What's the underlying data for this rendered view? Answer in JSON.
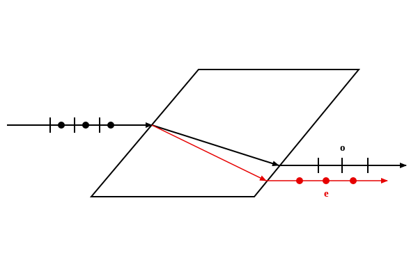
{
  "diagram": {
    "labels": {
      "ordinary": "o",
      "extraordinary": "e"
    },
    "colors": {
      "ordinary": "#000000",
      "extraordinary": "#e60000",
      "crystal_outline": "#000000",
      "background": "#ffffff"
    },
    "polarization_marks": {
      "incident": [
        "tick",
        "dot",
        "tick",
        "dot",
        "tick",
        "dot"
      ],
      "ordinary": [
        "tick",
        "tick",
        "tick"
      ],
      "extraordinary": [
        "dot",
        "dot",
        "dot"
      ]
    }
  }
}
